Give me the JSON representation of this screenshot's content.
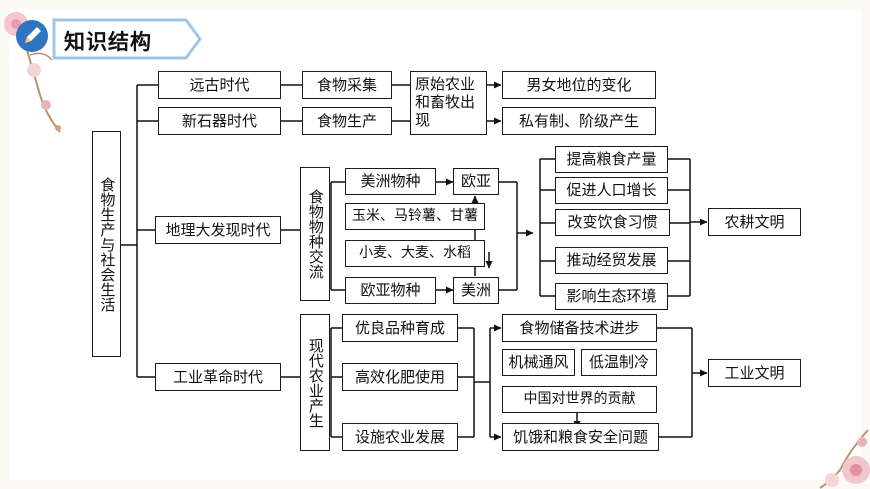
{
  "header": {
    "title": "知识结构"
  },
  "nodes": {
    "root": "食物生产与社会生活",
    "era1": "远古时代",
    "era2": "新石器时代",
    "era3": "地理大发现时代",
    "era4": "工业革命时代",
    "food_gather": "食物采集",
    "food_produce": "食物生产",
    "orig_agri": "原始农业和畜牧出现",
    "gender": "男女地位的变化",
    "private": "私有制、阶级产生",
    "exchange": "食物物种交流",
    "am_species": "美洲物种",
    "corn": "玉米、马铃薯、甘薯",
    "wheat": "小麦、大麦、水稻",
    "eu_species": "欧亚物种",
    "eurasia": "欧亚",
    "america": "美洲",
    "eff1": "提高粮食产量",
    "eff2": "促进人口增长",
    "eff3": "改变饮食习惯",
    "eff4": "推动经贸发展",
    "eff5": "影响生态环境",
    "farm_civ": "农耕文明",
    "modern_agri": "现代农业产生",
    "breed": "优良品种育成",
    "fert": "高效化肥使用",
    "facility": "设施农业发展",
    "storage": "食物储备技术进步",
    "vent": "机械通风",
    "cold": "低温制冷",
    "china": "中国对世界的贡献",
    "hunger": "饥饿和粮食安全问题",
    "ind_civ": "工业文明"
  }
}
